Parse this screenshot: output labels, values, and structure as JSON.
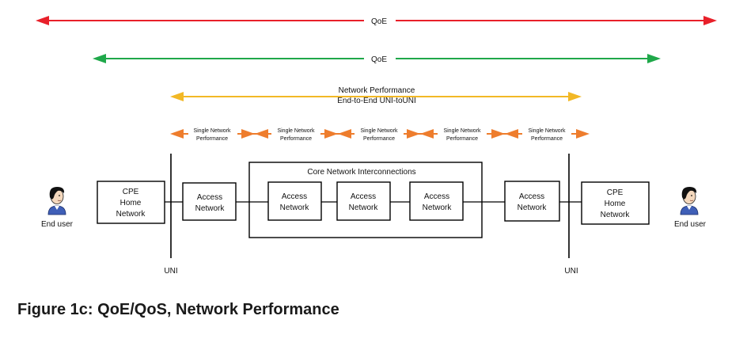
{
  "colors": {
    "qoe_outer": "#e8202a",
    "qoe_inner": "#1fa84a",
    "network_performance": "#f2b826",
    "single_network": "#ee7d2d",
    "line": "#000000"
  },
  "arrows": {
    "qoe_outer_label": "QoE",
    "qoe_inner_label": "QoE",
    "network_performance_line1": "Network Performance",
    "network_performance_line2": "End-to-End UNI-toUNI",
    "single_network": [
      {
        "line1": "Single Network",
        "line2": "Performance"
      },
      {
        "line1": "Single Network",
        "line2": "Performance"
      },
      {
        "line1": "Single Network",
        "line2": "Performance"
      },
      {
        "line1": "Single Network",
        "line2": "Performance"
      },
      {
        "line1": "Single Network",
        "line2": "Performance"
      }
    ]
  },
  "nodes": {
    "cpe_left": [
      "CPE",
      "Home",
      "Network"
    ],
    "access_left": [
      "Access",
      "Network"
    ],
    "core_title": "Core Network Interconnections",
    "core_access_1": [
      "Access",
      "Network"
    ],
    "core_access_2": [
      "Access",
      "Network"
    ],
    "core_access_3": [
      "Access",
      "Network"
    ],
    "access_right": [
      "Access",
      "Network"
    ],
    "cpe_right": [
      "CPE",
      "Home",
      "Network"
    ]
  },
  "uni_left": "UNI",
  "uni_right": "UNI",
  "end_user_left": "End user",
  "end_user_right": "End user",
  "icons": {
    "end_user": "person-icon"
  },
  "caption": "Figure 1c:  QoE/QoS, Network Performance"
}
